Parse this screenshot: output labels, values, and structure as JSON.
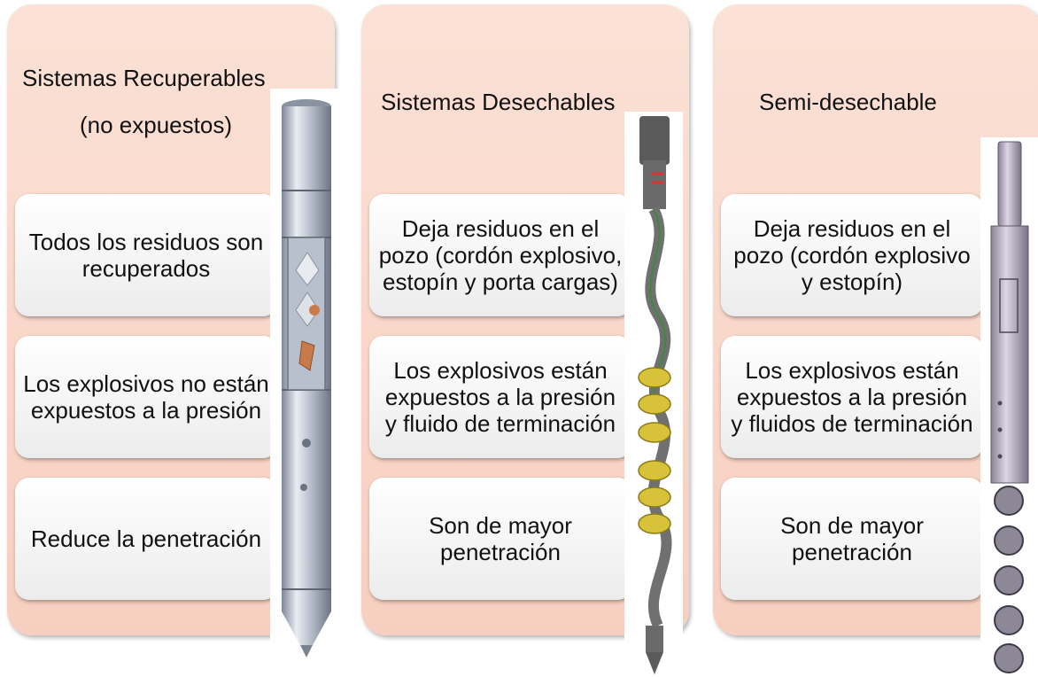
{
  "columns": [
    {
      "title_line1": "Sistemas Recuperables",
      "title_line2": "(no expuestos)",
      "cards": [
        "Todos los residuos son recuperados",
        "Los explosivos no están expuestos a la presión",
        "Reduce la penetración"
      ]
    },
    {
      "title_line1": "Sistemas Desechables",
      "cards": [
        "Deja residuos en el pozo (cordón explosivo, estopín y porta cargas)",
        "Los explosivos están expuestos a la presión y fluido de terminación",
        "Son de mayor penetración"
      ]
    },
    {
      "title_line1": "Semi-desechable",
      "cards": [
        "Deja residuos en el pozo (cordón explosivo y estopín)",
        "Los explosivos están expuestos a la presión y fluidos de terminación",
        "Son de mayor penetración"
      ]
    }
  ],
  "colors": {
    "panel": "#f8d5c6",
    "card": "#ffffff",
    "charge_gold": "#d8c23a",
    "charge_copper": "#c87a4a"
  },
  "icons": [
    "retrievable-gun-icon",
    "expendable-gun-icon",
    "semi-expendable-gun-icon"
  ]
}
